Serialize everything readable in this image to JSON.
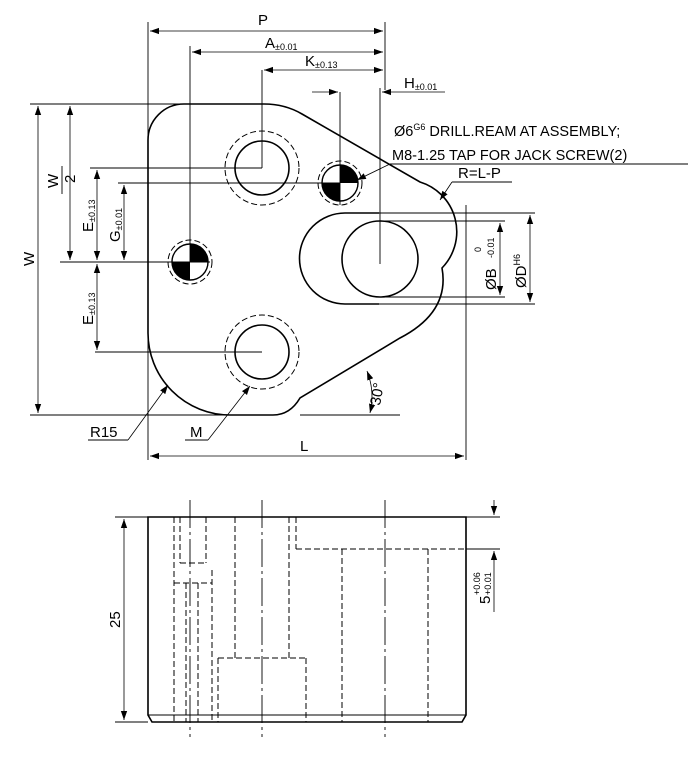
{
  "labels": {
    "P": "P",
    "A": "A",
    "A_tol": "±0.01",
    "K": "K",
    "K_tol": "±0.13",
    "H": "H",
    "H_tol": "±0.01",
    "W": "W",
    "W_half_num": "W",
    "W_half_den": "2",
    "E_upper": "E",
    "E_upper_tol": "±0.13",
    "G": "G",
    "G_tol": "±0.01",
    "E_lower": "E",
    "E_lower_tol": "±0.13",
    "B": "ØB",
    "B_tol_upper": "0",
    "B_tol_lower": "-0.01",
    "D": "ØD",
    "D_fit": "H6",
    "R15": "R15",
    "M": "M",
    "L": "L",
    "angle": "30°",
    "R_formula": "R=L-P",
    "height": "25",
    "depth": "5",
    "depth_tol_upper": "+0.06",
    "depth_tol_lower": "+0.01"
  },
  "notes": {
    "dowel_prefix": "Ø6",
    "dowel_fit": "G6",
    "dowel_text": " DRILL.REAM AT ASSEMBLY;",
    "tap_text": "M8-1.25 TAP FOR JACK SCREW(2)"
  }
}
